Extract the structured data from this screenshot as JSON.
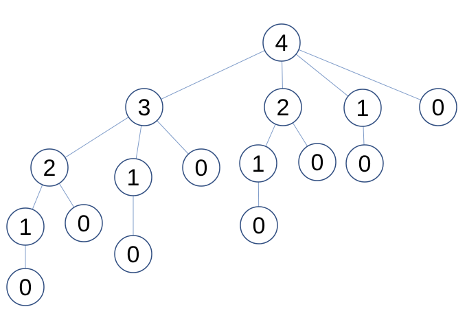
{
  "diagram": {
    "type": "tree",
    "nodes": [
      {
        "id": "n0",
        "label": "4"
      },
      {
        "id": "n1",
        "label": "3"
      },
      {
        "id": "n2",
        "label": "2"
      },
      {
        "id": "n3",
        "label": "1"
      },
      {
        "id": "n4",
        "label": "0"
      },
      {
        "id": "n5",
        "label": "2"
      },
      {
        "id": "n6",
        "label": "1"
      },
      {
        "id": "n7",
        "label": "0"
      },
      {
        "id": "n8",
        "label": "1"
      },
      {
        "id": "n9",
        "label": "0"
      },
      {
        "id": "n10",
        "label": "0"
      },
      {
        "id": "n11",
        "label": "1"
      },
      {
        "id": "n12",
        "label": "0"
      },
      {
        "id": "n13",
        "label": "0"
      },
      {
        "id": "n14",
        "label": "0"
      },
      {
        "id": "n15",
        "label": "0"
      }
    ],
    "edges": [
      [
        "n0",
        "n1"
      ],
      [
        "n0",
        "n5"
      ],
      [
        "n0",
        "n11"
      ],
      [
        "n0",
        "n15"
      ],
      [
        "n1",
        "n2"
      ],
      [
        "n1",
        "n8"
      ],
      [
        "n1",
        "n10"
      ],
      [
        "n2",
        "n3"
      ],
      [
        "n2",
        "n7"
      ],
      [
        "n3",
        "n4"
      ],
      [
        "n8",
        "n9"
      ],
      [
        "n5",
        "n6"
      ],
      [
        "n5",
        "n13"
      ],
      [
        "n6",
        "n14"
      ],
      [
        "n11",
        "n12"
      ]
    ]
  }
}
